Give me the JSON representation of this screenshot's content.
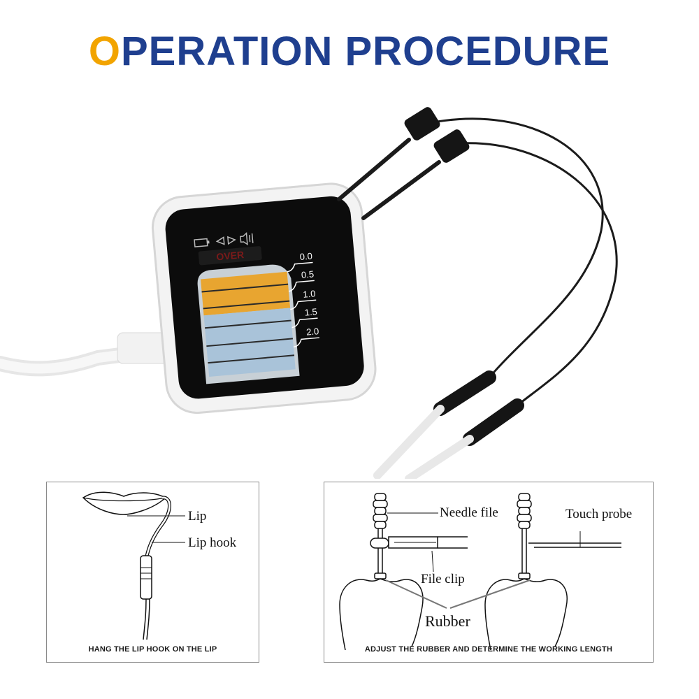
{
  "title": {
    "first_letter": "O",
    "rest": "PERATION PROCEDURE"
  },
  "device": {
    "status_text": "OVER",
    "scale_ticks": [
      "0.0",
      "0.5",
      "1.0",
      "1.5",
      "2.0"
    ],
    "icons": [
      "battery-icon",
      "direction-arrows-icon",
      "speaker-icon"
    ]
  },
  "left_panel": {
    "labels": {
      "lip": "Lip",
      "lip_hook": "Lip hook"
    },
    "caption": "HANG THE LIP HOOK ON THE LIP"
  },
  "right_panel": {
    "labels": {
      "needle_file": "Needle file",
      "touch_probe": "Touch probe",
      "file_clip": "File clip",
      "rubber": "Rubber"
    },
    "caption": "ADJUST THE RUBBER AND DETERMINE THE WORKING LENGTH"
  },
  "colors": {
    "title_blue": "#1f3f8f",
    "title_orange": "#f2a400",
    "bar_orange": "#e8a530",
    "bar_blue": "#a9c3d9"
  }
}
